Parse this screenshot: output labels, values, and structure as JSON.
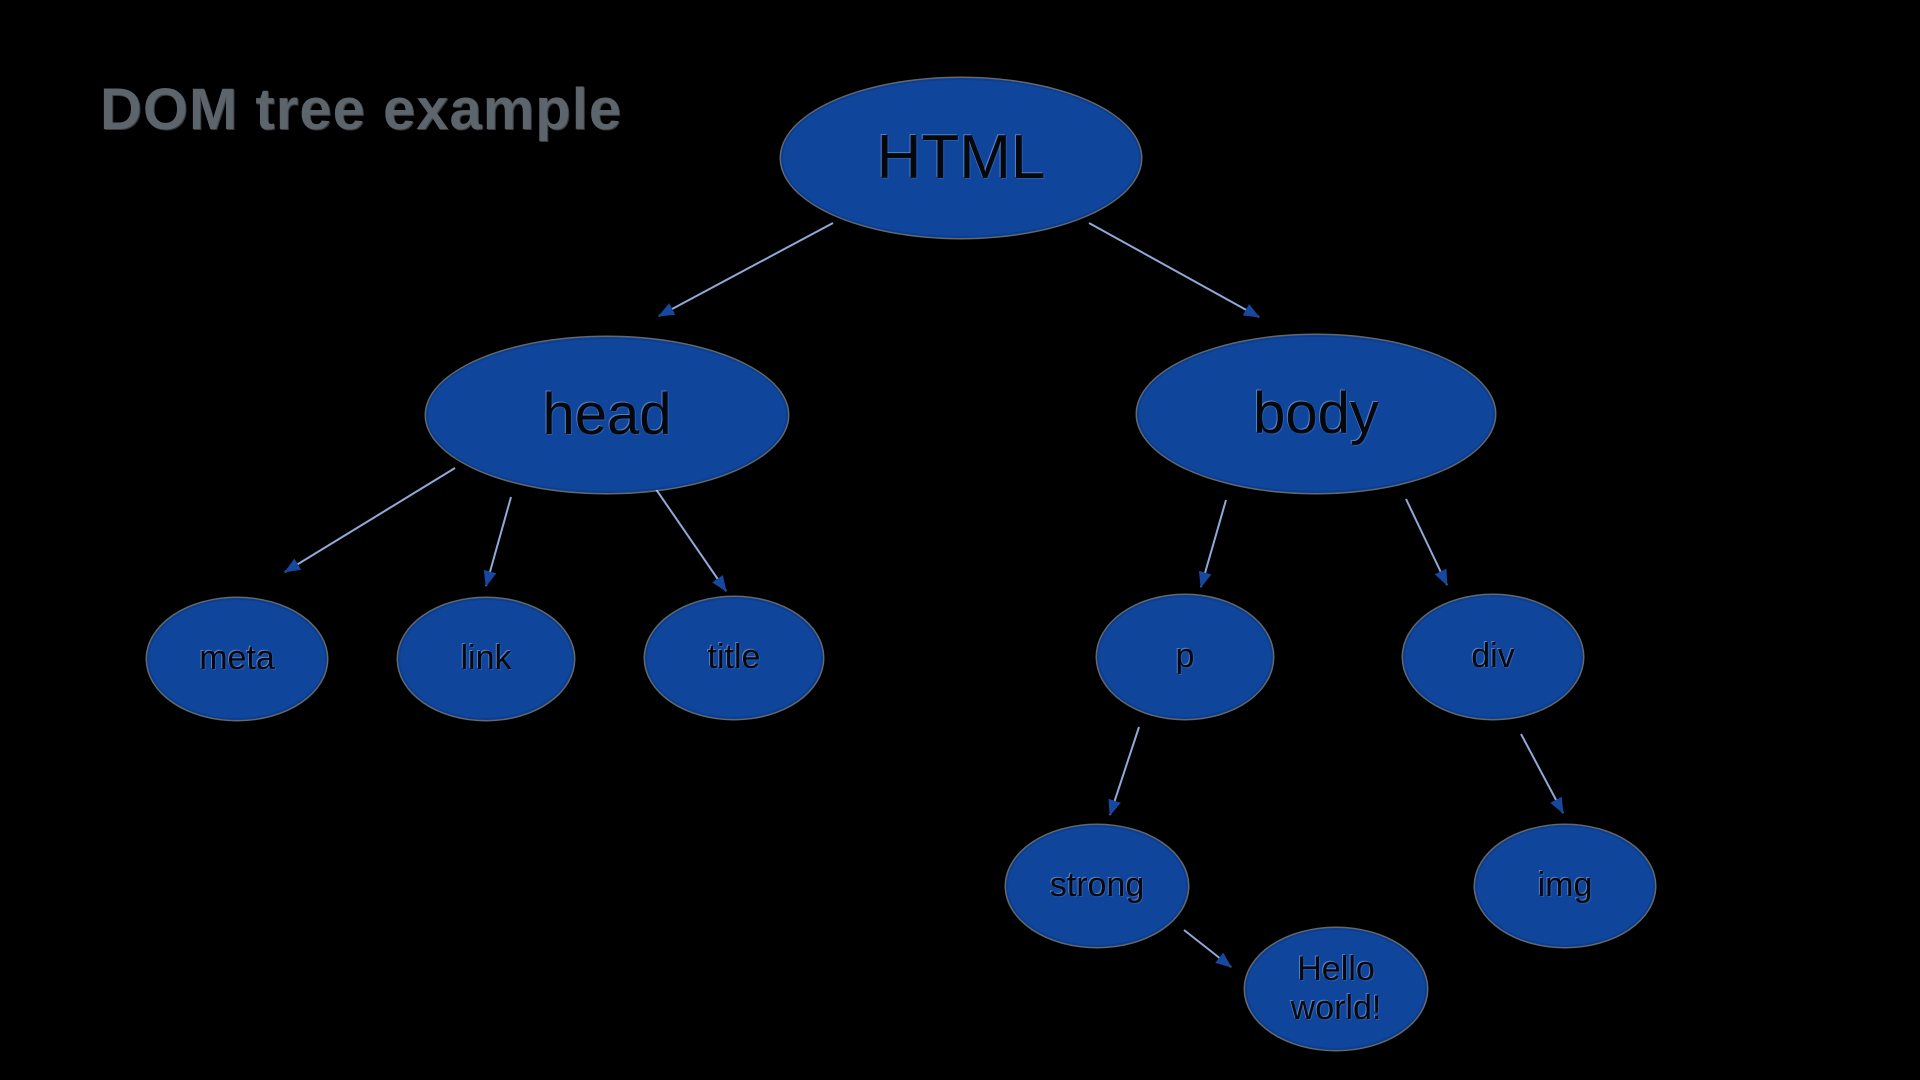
{
  "page": {
    "background": "#000000"
  },
  "title": {
    "text": "DOM tree example"
  },
  "colors": {
    "node_fill": "#10459c",
    "node_border": "#0c3e8f",
    "arrow_line": "#8fa9d9",
    "arrow_head": "#17489f",
    "title_text": "#5c646c"
  },
  "diagram": {
    "type": "tree",
    "nodes": [
      {
        "id": "html",
        "label": "HTML"
      },
      {
        "id": "head",
        "label": "head"
      },
      {
        "id": "body",
        "label": "body"
      },
      {
        "id": "meta",
        "label": "meta"
      },
      {
        "id": "link",
        "label": "link"
      },
      {
        "id": "title",
        "label": "title"
      },
      {
        "id": "p",
        "label": "p"
      },
      {
        "id": "div",
        "label": "div"
      },
      {
        "id": "strong",
        "label": "strong"
      },
      {
        "id": "hello",
        "label": "Hello world!"
      },
      {
        "id": "img",
        "label": "img"
      }
    ],
    "edges": [
      {
        "from": "html",
        "to": "head"
      },
      {
        "from": "html",
        "to": "body"
      },
      {
        "from": "head",
        "to": "meta"
      },
      {
        "from": "head",
        "to": "link"
      },
      {
        "from": "head",
        "to": "title"
      },
      {
        "from": "body",
        "to": "p"
      },
      {
        "from": "body",
        "to": "div"
      },
      {
        "from": "p",
        "to": "strong"
      },
      {
        "from": "strong",
        "to": "hello"
      },
      {
        "from": "div",
        "to": "img"
      }
    ]
  }
}
